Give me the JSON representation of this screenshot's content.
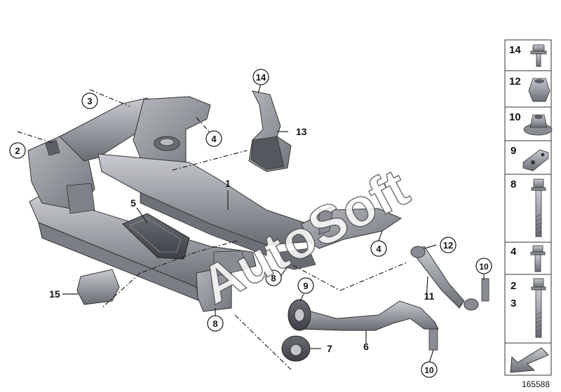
{
  "diagram": {
    "id": "165588",
    "watermark": "AutoSoft",
    "callouts": {
      "c14": "14",
      "c13": "13",
      "c3": "3",
      "c2": "2",
      "c4a": "4",
      "c1": "1",
      "c5": "5",
      "c4b": "4",
      "c12": "12",
      "c8a": "8",
      "c10a": "10",
      "c9": "9",
      "c11": "11",
      "c15": "15",
      "c8b": "8",
      "c7": "7",
      "c6": "6",
      "c10b": "10"
    }
  },
  "sidebar": {
    "items": [
      {
        "label": "14",
        "icon": "bolt-flanged-icon"
      },
      {
        "label": "12",
        "icon": "hex-nut-icon"
      },
      {
        "label": "10",
        "icon": "flange-nut-icon"
      },
      {
        "label": "9",
        "icon": "clip-bracket-icon"
      },
      {
        "label": "8",
        "icon": "long-bolt-icon"
      },
      {
        "label": "4",
        "icon": "short-bolt-icon"
      },
      {
        "label": "2",
        "label2": "3",
        "icon": "hex-bolt-icon"
      },
      {
        "label": "",
        "icon": "arrow-down-left-icon"
      }
    ]
  },
  "colors": {
    "part_fill": "#9a9ca3",
    "part_dark": "#5e6068",
    "part_light": "#c4c6cc",
    "line": "#222222"
  }
}
